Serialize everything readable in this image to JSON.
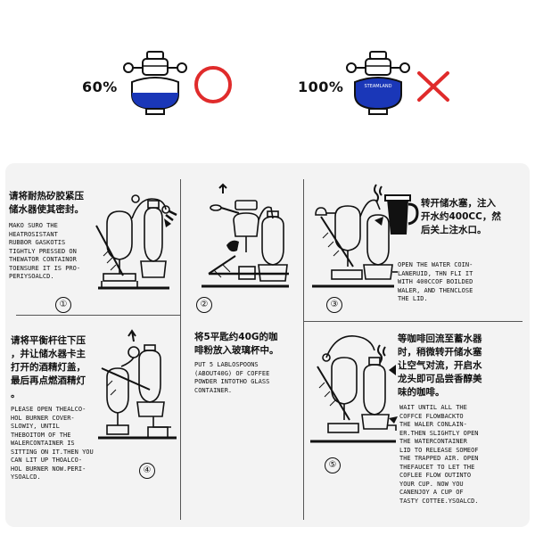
{
  "top": {
    "left_percent": "60%",
    "right_percent": "100%",
    "right_kettle_label": "STEAMLAND",
    "ok_color": "#e02b2b",
    "wrong_color": "#e02b2b",
    "liquid_color": "#1a37b8"
  },
  "steps": [
    {
      "number": "①",
      "zh": [
        "请将耐热矽胶紧压",
        "储水器使其密封。"
      ],
      "en": [
        "MAKO SURO THE",
        "HEATROSISTANT",
        "RUBBOR GASKOTIS",
        "TIGHTLY PRESSED ON",
        "THEWATOR CONTAINOR",
        "TOENSURE IT IS PRO-",
        "PERIYSOALCD."
      ]
    },
    {
      "number": "②",
      "zh": [
        "将5平匙约40G的咖",
        "啡粉放入玻璃杯中。"
      ],
      "en": [
        "PUT 5 LABLOSPOONS",
        "(ABOUT40G) OF COFFEE",
        "POWDER INTOTHO GLASS",
        "CONTAINER."
      ]
    },
    {
      "number": "③",
      "zh": [
        "转开储水塞，注入",
        "开水约400CC，然",
        "后关上注水口。"
      ],
      "en": [
        "OPEN THE WATER COIN-",
        "LANERUID, THN FLI IT",
        "WITH 400CCOF BOILDED",
        "WALER, AND THENCLOSE",
        "THE LID."
      ]
    },
    {
      "number": "④",
      "zh": [
        "请将平衡杆往下压",
        "，并让储水器卡主",
        "打开的酒精灯盖，",
        "最后再点燃酒精灯",
        "。"
      ],
      "en": [
        "PLEASE OPEN THEALCO-",
        "HOL BURNER COVER-",
        "SLOWIY, UNTIL",
        "THEBOITOM OF THE",
        "WALERCONTAINER IS",
        "SITTING ON IT.THEN YOU",
        "CAN LIT UP THOALCO-",
        "HOL BURNER NOW.PERI-",
        "YSOALCD."
      ]
    },
    {
      "number": "⑤",
      "zh": [
        "等咖啡回流至蓄水器",
        "时，稍微转开储水塞",
        "让空气对流，开启水",
        "龙头即可品尝香醇美",
        "味的咖啡。"
      ],
      "en": [
        "WAIT UNTIL ALL THE",
        "COFFCE FLOWBACKTO",
        "THE WALER CONLAIN-",
        "ER.THEN SLIGHTLY OPEN",
        "THE WATERCONTAINER",
        "LID TO RELEASE SOMEOF",
        "THE TRAPPED AIR. OPEN",
        "THEFAUCET TO LET THE",
        "COFLEE FLOW OUTINTO",
        "YOUR CUP. NOW YOU",
        "CANENJOY A CUP OF",
        "TASTY COTTEE.YSOALCD."
      ]
    }
  ]
}
